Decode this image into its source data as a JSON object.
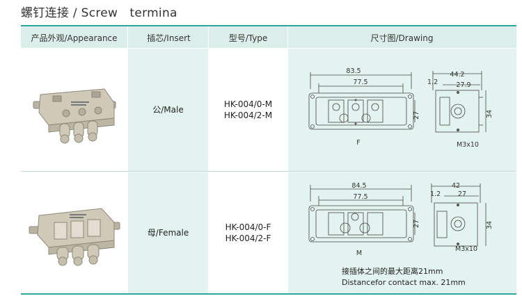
{
  "title": "螺钉连接 / Screw   termina",
  "headers": {
    "appearance": "产品外观/Appearance",
    "insert": "插芯/Insert",
    "type": "型号/Type",
    "drawing": "尺寸图/Drawing"
  },
  "rows": [
    {
      "insert": "公/Male",
      "types": [
        "HK-004/0-M",
        "HK-004/2-M"
      ],
      "drawing": {
        "front_width": "83.5",
        "front_inner": "77.5",
        "front_height": "27",
        "front_label": "F",
        "side_width": "44.2",
        "side_offset": "1.2",
        "side_inner": "27.9",
        "side_height": "34",
        "screw": "M3x10"
      }
    },
    {
      "insert": "母/Female",
      "types": [
        "HK-004/0-F",
        "HK-004/2-F"
      ],
      "drawing": {
        "front_width": "84.5",
        "front_inner": "77.5",
        "front_height": "27",
        "front_label": "M",
        "side_width": "42",
        "side_offset": "1.2",
        "side_inner": "27",
        "side_height": "34",
        "screw": "M3x10"
      }
    }
  ],
  "note": {
    "cn": "接插体之间的最大距离21mm",
    "en": "Distancefor contact max. 21mm"
  },
  "colors": {
    "accent": "#2aa69a",
    "header_bg": "#dbeee9",
    "cell_bg": "#e3f3ef",
    "connector": "#cfc9b8"
  },
  "icons": [
    "connector-male-photo",
    "connector-female-photo",
    "front-view-drawing",
    "side-view-drawing"
  ]
}
